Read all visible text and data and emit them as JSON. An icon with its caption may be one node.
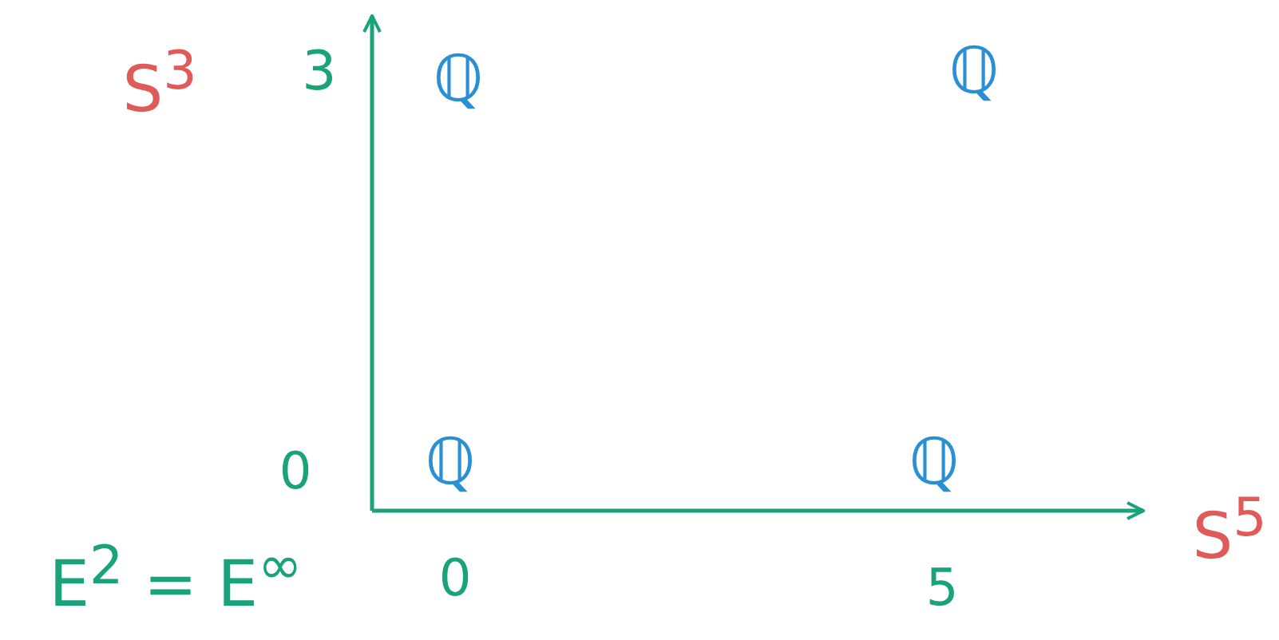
{
  "diagram": {
    "labels": [
      "S$^{3}$",
      "3",
      "ℚ",
      "ℚ",
      "0",
      "ℚ",
      "ℚ",
      "S$^{5}$",
      "E$^{2}$ = E$^{∞}$",
      "0",
      "5"
    ]
  }
}
